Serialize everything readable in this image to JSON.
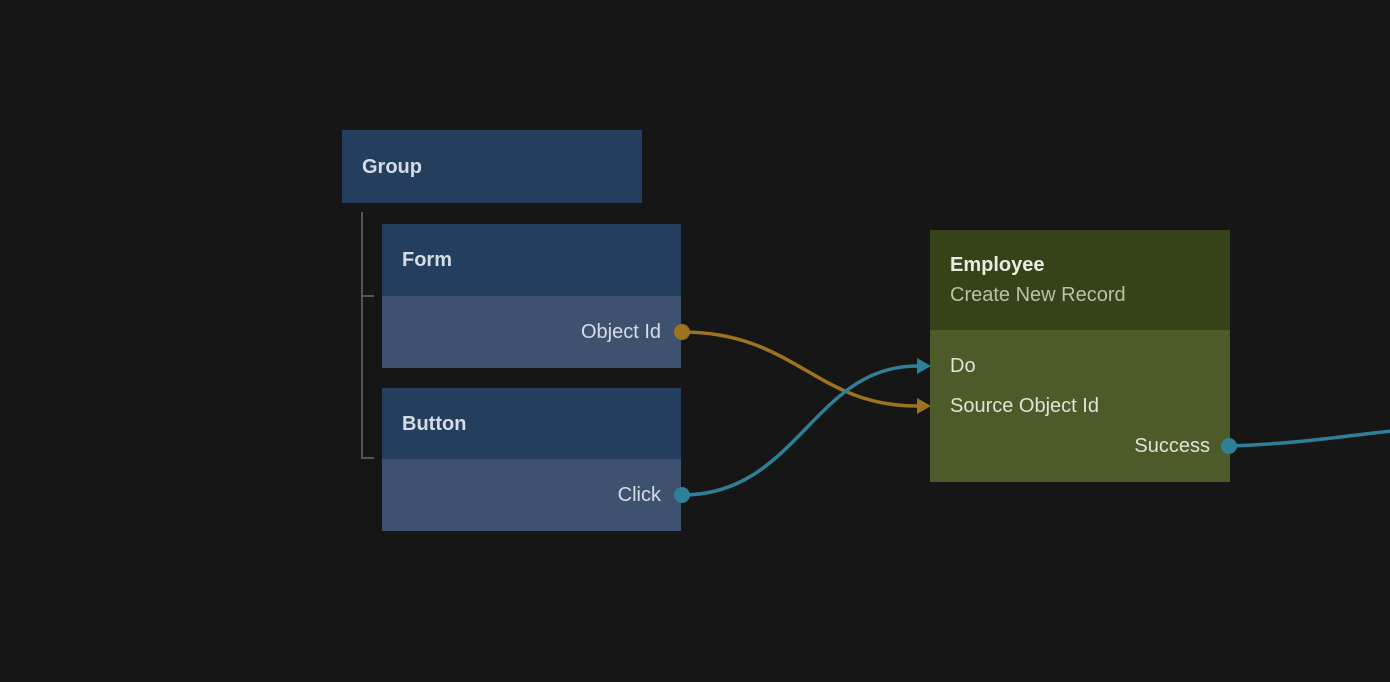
{
  "canvas": {
    "background": "#161616"
  },
  "colors": {
    "canvas_bg": "#161616",
    "amber": "#9c7420",
    "teal": "#2e8098",
    "blue_header": "#233f5d",
    "blue_body": "#3e526f",
    "green_header": "#364318",
    "green_body": "#4d5a29",
    "tree_line": "#565656",
    "blue_title_text": "#d6dce5",
    "blue_port_text": "#d6dce5",
    "green_title_text": "#e9ece1",
    "green_subtitle_text": "#b9c1a6",
    "green_port_text": "#e0e4d6"
  },
  "nodes": {
    "group": {
      "title": "Group"
    },
    "form": {
      "title": "Form",
      "outputs": [
        {
          "label": "Object Id",
          "color_name": "amber"
        }
      ]
    },
    "button": {
      "title": "Button",
      "outputs": [
        {
          "label": "Click",
          "color_name": "teal"
        }
      ]
    },
    "employee": {
      "title": "Employee",
      "subtitle": "Create New Record",
      "inputs": [
        {
          "label": "Do",
          "color_name": "teal"
        },
        {
          "label": "Source Object Id",
          "color_name": "amber"
        }
      ],
      "outputs": [
        {
          "label": "Success",
          "color_name": "teal"
        }
      ]
    }
  },
  "hierarchy": [
    {
      "parent": "Group",
      "children": [
        "Form",
        "Button"
      ]
    }
  ],
  "edges": [
    {
      "from": "Form / Object Id",
      "to": "Employee / Source Object Id",
      "color_name": "amber"
    },
    {
      "from": "Button / Click",
      "to": "Employee / Do",
      "color_name": "teal"
    },
    {
      "from": "Employee / Success",
      "to": "offscreen-right",
      "color_name": "teal"
    }
  ]
}
